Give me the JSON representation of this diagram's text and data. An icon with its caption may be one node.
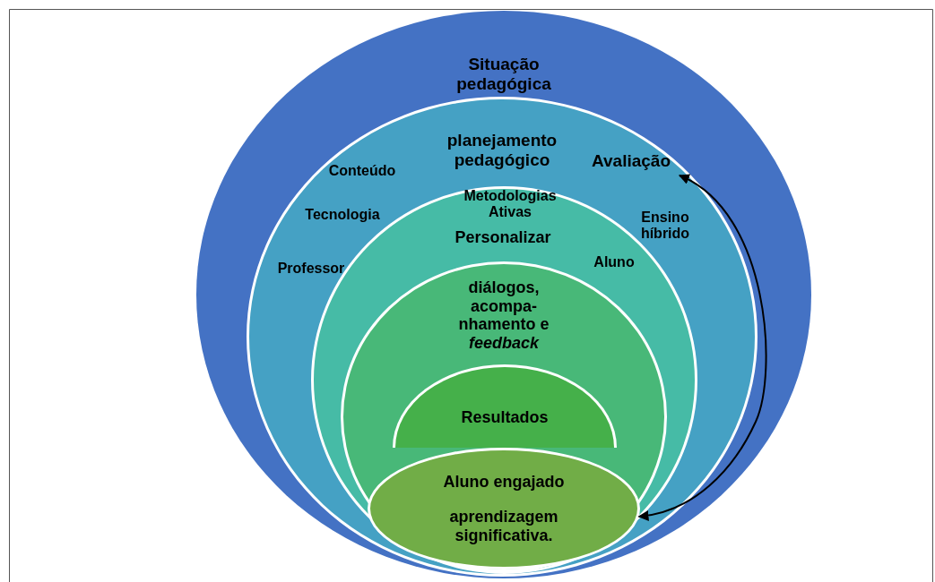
{
  "diagram": {
    "nodes": [
      {
        "text": [
          "Situação pedagógica"
        ]
      },
      {
        "text": [
          "planejamento pedagógico"
        ],
        "in": 0
      },
      {
        "text": [
          "Metodologias Ativas",
          "Personalizar",
          "Aluno"
        ],
        "in": 1
      },
      {
        "text": [
          "diálogos, acompa- nhamento e *feedback*"
        ],
        "in": 2
      },
      {
        "text": [
          "Resultados"
        ],
        "in": 3
      },
      {
        "text": [
          "Aluno engajado",
          "aprendizagem significativa."
        ],
        "in": 3
      },
      {
        "text": [
          "Avaliação"
        ],
        "in": 1
      }
    ],
    "edges": [
      {
        "from": 6,
        "to": 5,
        "arrow": "both"
      }
    ],
    "labels": [
      "Conteúdo",
      "Tecnologia",
      "Professor",
      "Ensino híbrido"
    ]
  }
}
